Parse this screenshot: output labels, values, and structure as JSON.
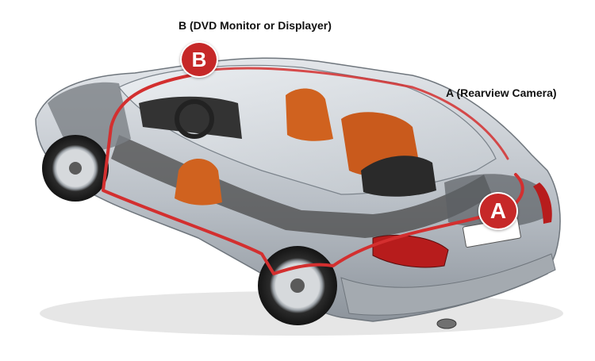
{
  "labels": {
    "b_caption": "B (DVD Monitor or Displayer)",
    "a_caption": "A (Rearview Camera)"
  },
  "badges": {
    "b": "B",
    "a": "A"
  },
  "colors": {
    "badge": "#c62828",
    "cable": "#d32f2f",
    "body": "#b9bfc6",
    "glass": "#d9dde2",
    "interior": "#3a3a3a",
    "leather": "#d0621f"
  }
}
